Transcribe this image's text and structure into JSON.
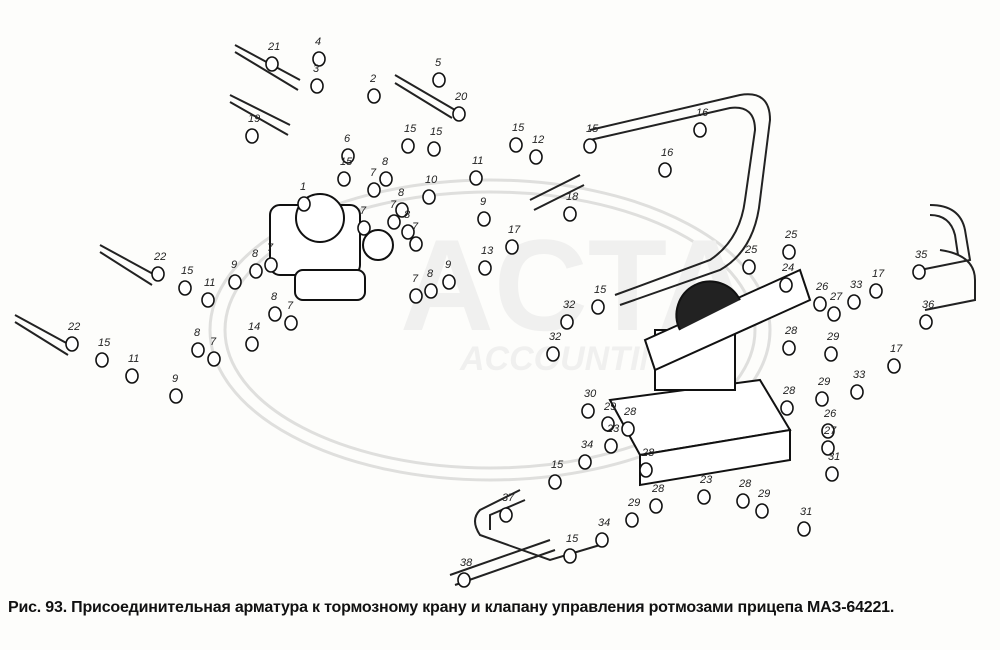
{
  "figure": {
    "caption": "Рис. 93. Присоединительная арматура к тормозному крану и клапану управления ротмозами прицепа МАЗ-64221.",
    "watermark": "ACTA ACCOUNTING",
    "part_labels": [
      "21",
      "4",
      "3",
      "2",
      "5",
      "20",
      "19",
      "6",
      "15",
      "15",
      "15",
      "12",
      "15",
      "16",
      "16",
      "15",
      "8",
      "7",
      "11",
      "1",
      "8",
      "10",
      "7",
      "7",
      "8",
      "9",
      "18",
      "7",
      "17",
      "13",
      "9",
      "8",
      "7",
      "22",
      "15",
      "11",
      "9",
      "8",
      "7",
      "8",
      "7",
      "14",
      "8",
      "7",
      "22",
      "15",
      "11",
      "9",
      "25",
      "25",
      "24",
      "26",
      "27",
      "33",
      "17",
      "35",
      "36",
      "15",
      "32",
      "32",
      "28",
      "29",
      "17",
      "33",
      "30",
      "29",
      "28",
      "28",
      "29",
      "26",
      "27",
      "23",
      "28",
      "23",
      "34",
      "15",
      "29",
      "28",
      "28",
      "29",
      "31",
      "31",
      "37",
      "34",
      "15",
      "38"
    ]
  }
}
